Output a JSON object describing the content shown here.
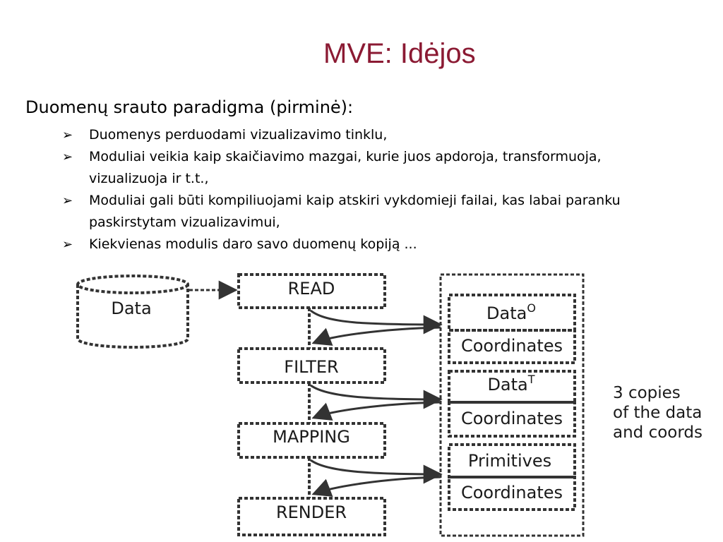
{
  "title": "MVE: Idėjos",
  "heading": "Duomenų srauto paradigma (pirminė):",
  "bullet_marker": "➢",
  "bullets": [
    "Duomenys perduodami vizualizavimo tinklu,",
    "Moduliai veikia kaip skaičiavimo mazgai, kurie juos apdoroja, transformuoja, vizualizuoja ir t.t.,",
    "Moduliai gali būti kompiliuojami kaip atskiri vykdomieji failai, kas labai paranku paskirstytam vizualizavimui,",
    "Kiekvienas modulis daro savo duomenų kopiją ..."
  ],
  "diagram": {
    "datastore": "Data",
    "modules": [
      "READ",
      "FILTER",
      "MAPPING",
      "RENDER"
    ],
    "copies": [
      {
        "top": "Data",
        "sup": "O",
        "bottom": "Coordinates"
      },
      {
        "top": "Data",
        "sup": "T",
        "bottom": "Coordinates"
      },
      {
        "top": "Primitives",
        "sup": "",
        "bottom": "Coordinates"
      }
    ],
    "note": [
      "3 copies",
      "of the data",
      "and coords"
    ]
  }
}
